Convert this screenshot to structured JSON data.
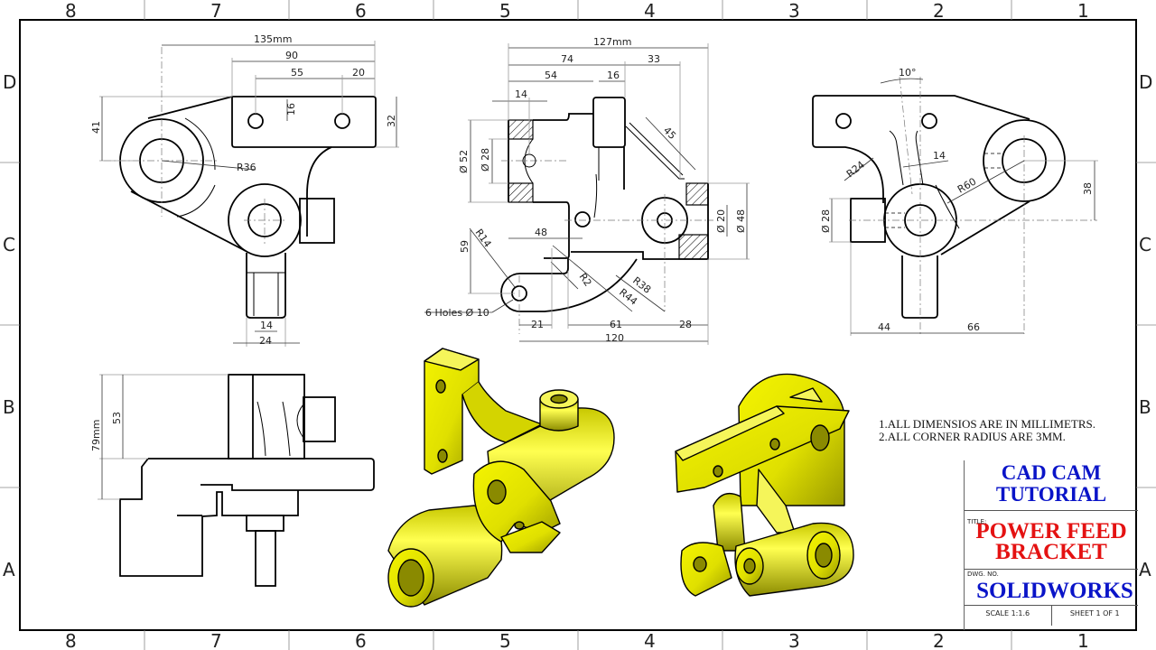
{
  "sheet": {
    "zones_top": [
      "8",
      "7",
      "6",
      "5",
      "4",
      "3",
      "2",
      "1"
    ],
    "zones_bottom": [
      "8",
      "7",
      "6",
      "5",
      "4",
      "3",
      "2",
      "1"
    ],
    "zones_left": [
      "D",
      "C",
      "B",
      "A"
    ],
    "zones_right": [
      "D",
      "C",
      "B",
      "A"
    ]
  },
  "front_view": {
    "dims": {
      "overall_width": "135mm",
      "flange_width": "90",
      "hole_spacing": "55",
      "edge_offset": "20",
      "hole_vertical": "16",
      "flange_height": "32",
      "height_41": "41",
      "radius": "R36",
      "boss_inner": "14",
      "boss_outer": "24"
    }
  },
  "top_view": {
    "dims": {
      "overall_width": "127mm",
      "d74": "74",
      "d33": "33",
      "d54": "54",
      "d16": "16",
      "d14": "14",
      "angled_45": "45",
      "dia52": "Ø 52",
      "dia28": "Ø 28",
      "dia20": "Ø 20",
      "dia48": "Ø 48",
      "d48": "48",
      "d59": "59",
      "r14": "R14",
      "r2": "R2",
      "r38": "R38",
      "r44": "R44",
      "holes_note": "6 Holes Ø 10",
      "d21": "21",
      "d61": "61",
      "d28": "28",
      "d120": "120"
    }
  },
  "side_view": {
    "dims": {
      "angle": "10°",
      "d14": "14",
      "r24": "R24",
      "r60": "R60",
      "dia28": "Ø 28",
      "d38": "38",
      "d44": "44",
      "d66": "66"
    }
  },
  "bottom_view": {
    "dims": {
      "total_height": "79mm",
      "d53": "53"
    }
  },
  "iso_views": {
    "fill_color": "#e6e600",
    "shade_color": "#a8a800"
  },
  "notes": [
    "1.ALL DIMENSIOS ARE IN MILLIMETRS.",
    "2.ALL CORNER RADIUS ARE 3MM."
  ],
  "title_block": {
    "brand_line1": "CAD CAM",
    "brand_line2": "TUTORIAL",
    "title_label": "TITLE:",
    "title_line1": "POWER FEED",
    "title_line2": "BRACKET",
    "dwg_label": "DWG.  NO.",
    "dwg_no": "SOLIDWORKS",
    "scale": "SCALE 1:1.6",
    "sheet": "SHEET 1 OF 1",
    "brand_color": "#0a14c8",
    "title_color": "#e41212"
  }
}
